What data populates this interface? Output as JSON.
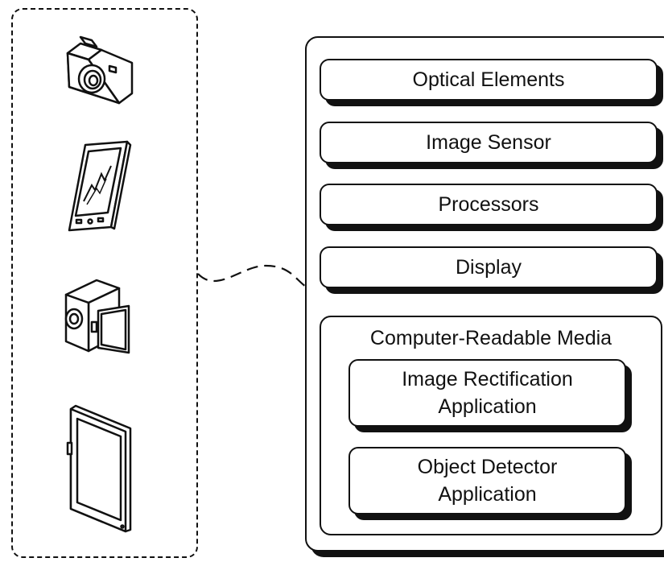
{
  "components": [
    {
      "label": "Optical Elements"
    },
    {
      "label": "Image Sensor"
    },
    {
      "label": "Processors"
    },
    {
      "label": "Display"
    }
  ],
  "media": {
    "title": "Computer-Readable Media",
    "apps": [
      {
        "line1": "Image Rectification",
        "line2": "Application"
      },
      {
        "line1": "Object Detector",
        "line2": "Application"
      }
    ]
  },
  "devices": [
    {
      "icon": "camera-icon"
    },
    {
      "icon": "smartphone-icon"
    },
    {
      "icon": "camcorder-icon"
    },
    {
      "icon": "tablet-icon"
    }
  ],
  "colors": {
    "stroke": "#111111",
    "background": "#ffffff"
  }
}
